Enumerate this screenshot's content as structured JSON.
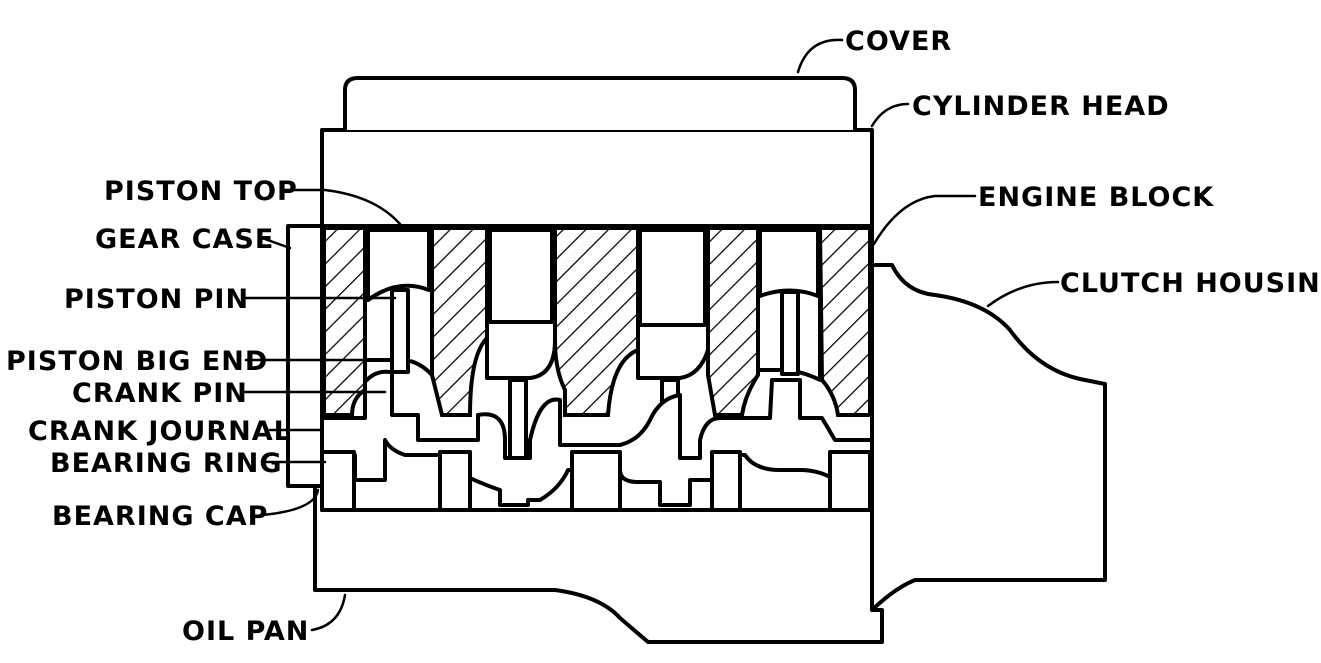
{
  "labels": {
    "cover": "COVER",
    "cylinder_head": "CYLINDER HEAD",
    "engine_block": "ENGINE BLOCK",
    "clutch_housing": "CLUTCH HOUSING",
    "piston_top": "PISTON TOP",
    "gear_case": "GEAR CASE",
    "piston_pin": "PISTON PIN",
    "piston_big_end": "PISTON BIG END",
    "crank_pin": "CRANK PIN",
    "crank_journal": "CRANK JOURNAL",
    "bearing_ring": "BEARING RING",
    "bearing_cap": "BEARING CAP",
    "oil_pan": "OIL PAN"
  }
}
